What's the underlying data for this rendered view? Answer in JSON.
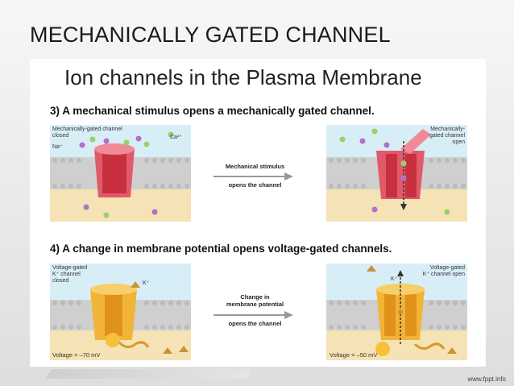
{
  "slide": {
    "title": "MECHANICALLY GATED CHANNEL",
    "footer": "www.fppt.info"
  },
  "figure": {
    "title": "Ion channels in the Plasma Membrane",
    "step3": {
      "caption": "3) A mechanical stimulus opens a mechanically gated channel.",
      "left_label_1": "Mechanically-gated channel",
      "left_label_2": "closed",
      "ion_ca": "Ca²⁺",
      "ion_na": "Na⁺",
      "arrow_top": "Mechanical stimulus",
      "arrow_bottom": "opens the channel",
      "right_label_1": "Mechanically-",
      "right_label_2": "gated channel",
      "right_label_3": "open"
    },
    "step4": {
      "caption": "4) A change in membrane potential opens voltage-gated channels.",
      "left_label_1": "Voltage-gated",
      "left_label_2": "K⁺ channel",
      "left_label_3": "closed",
      "ion_k_left": "K⁺",
      "arrow_top_1": "Change in",
      "arrow_top_2": "membrane potential",
      "arrow_bottom": "opens the channel",
      "right_label_1": "Voltage-gated",
      "right_label_2": "K⁺ channel open",
      "ion_k_right": "K⁺",
      "voltage_left": "Voltage = –70 mV",
      "voltage_right": "Voltage = –50 mV"
    }
  }
}
